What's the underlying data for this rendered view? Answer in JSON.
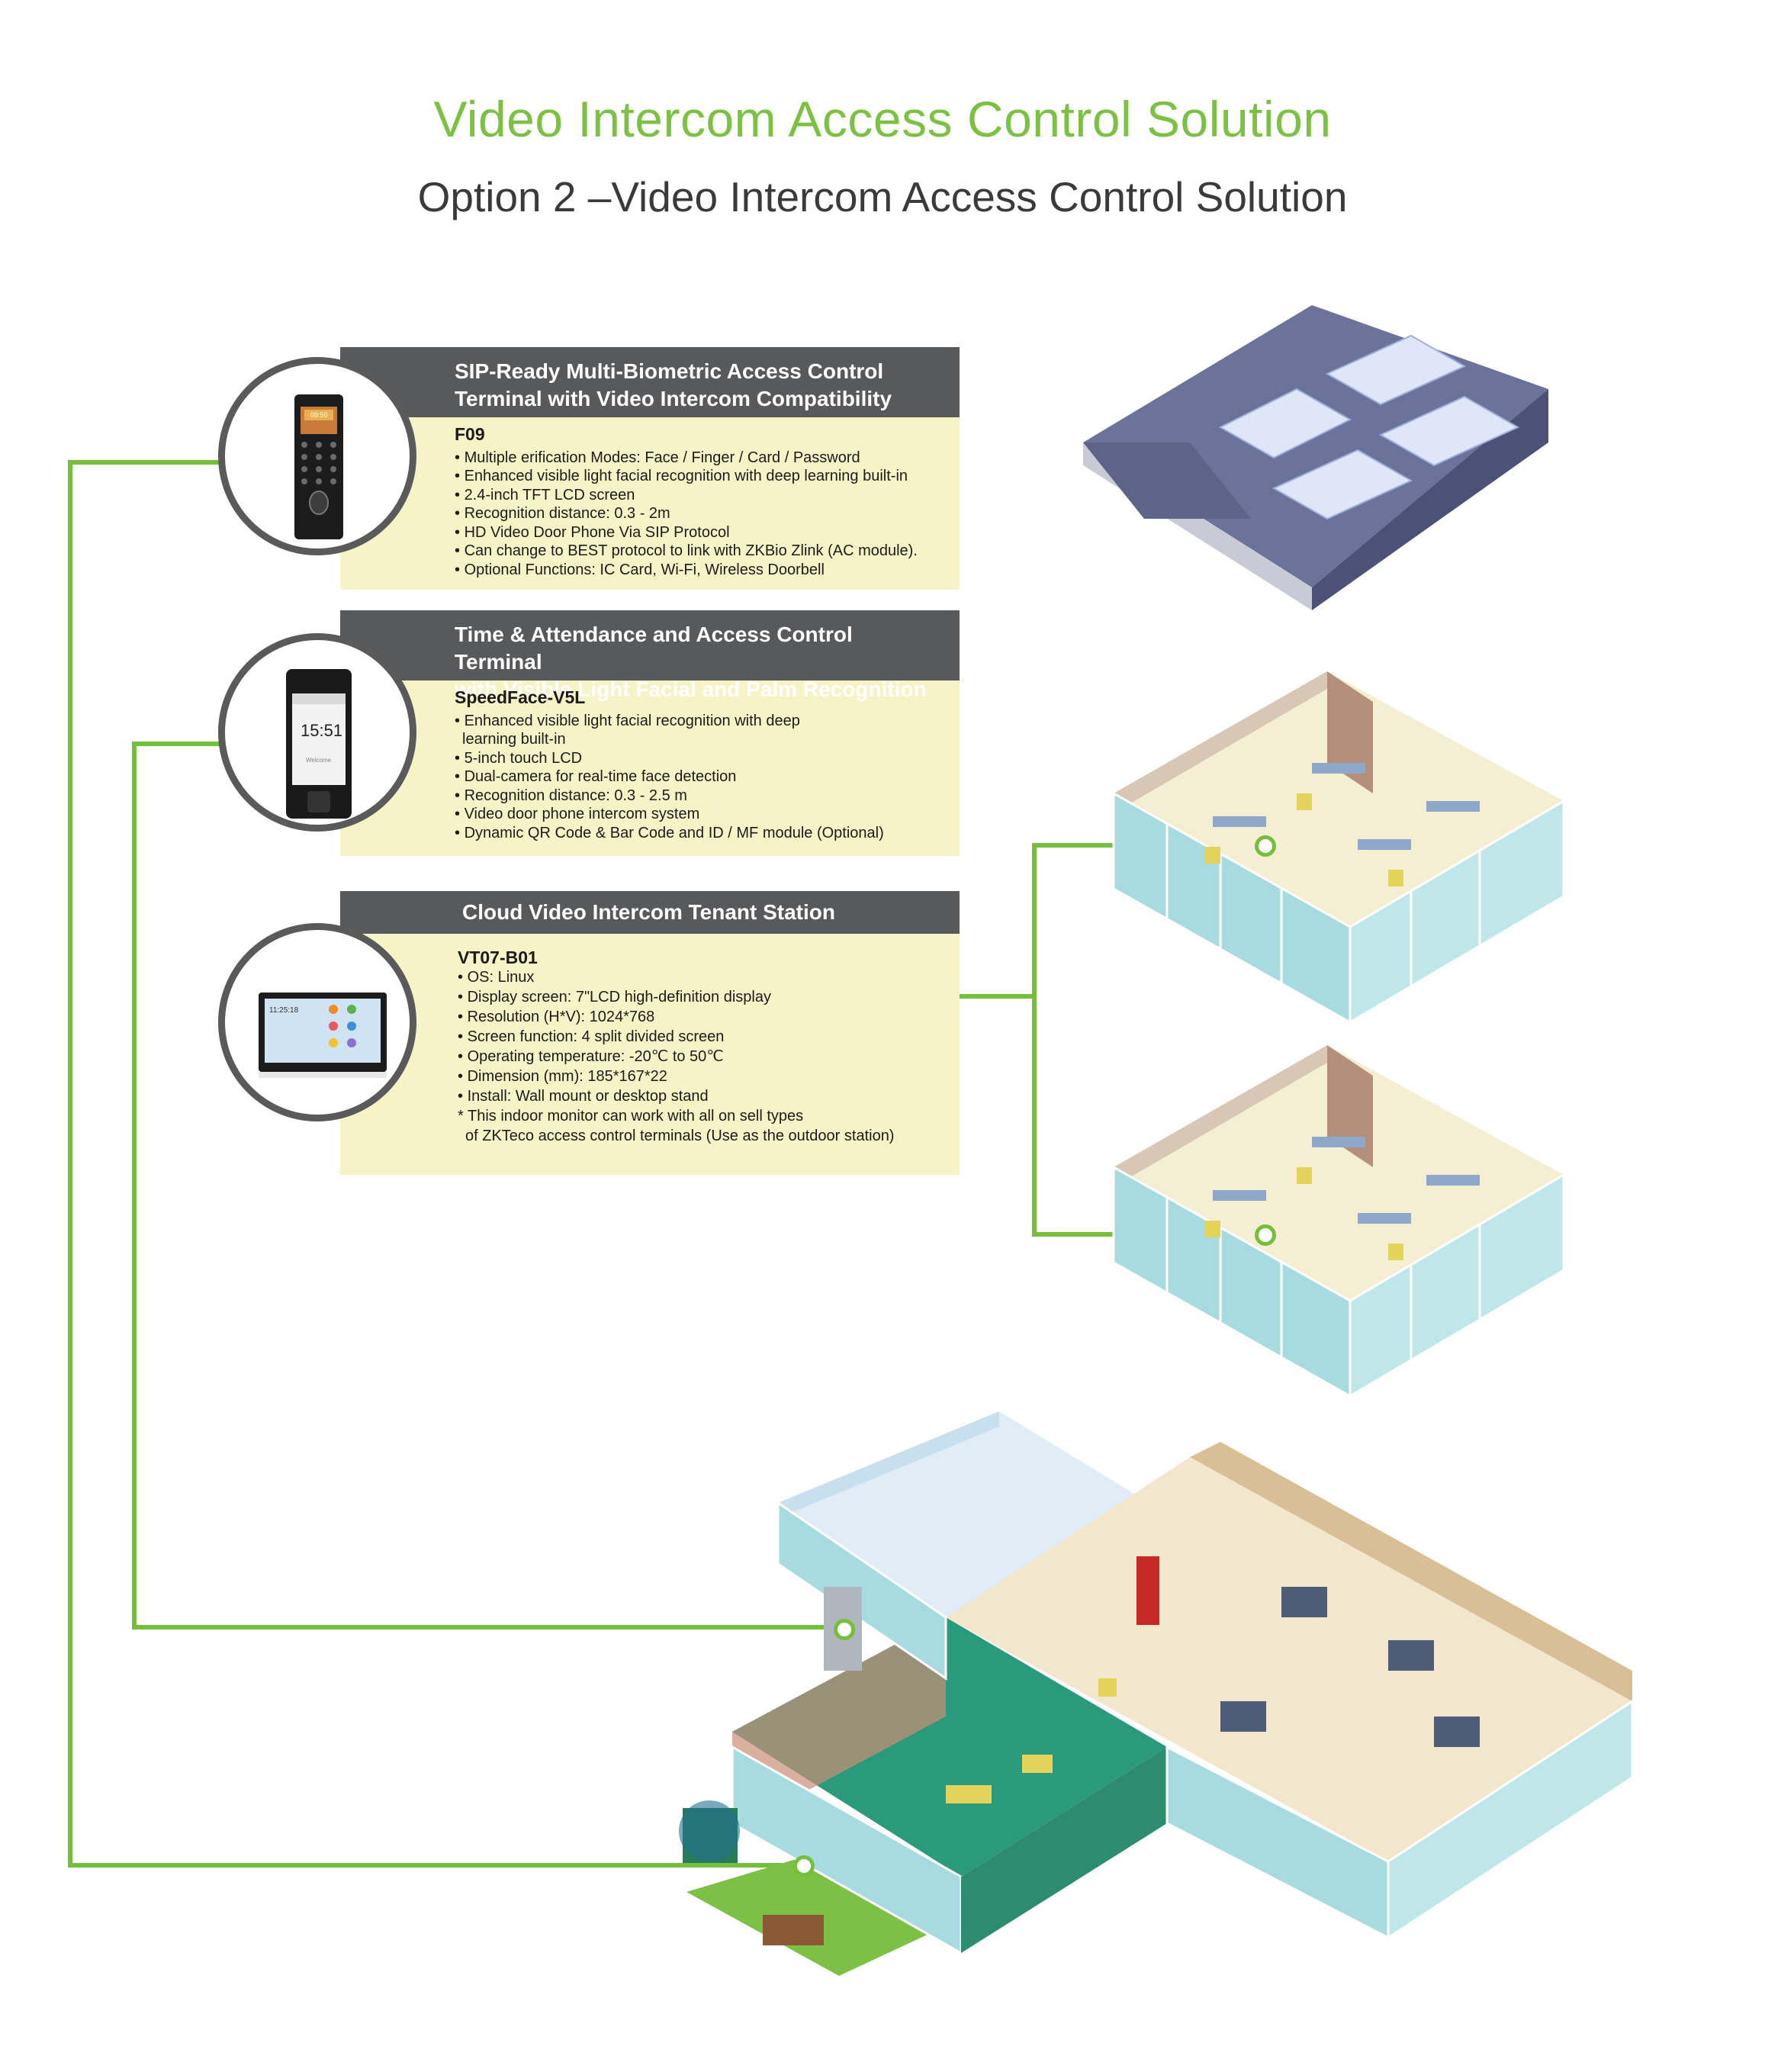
{
  "header": {
    "title": "Video Intercom Access Control Solution",
    "subtitle": "Option 2 –Video Intercom Access Control Solution"
  },
  "colors": {
    "accent_green": "#7dc144",
    "line_green": "#76bf3c",
    "card_header": "#58595b",
    "card_body": "#f6f4c6"
  },
  "devices": [
    {
      "heading_line1": "SIP-Ready Multi-Biometric Access Control",
      "heading_line2": "Terminal with Video Intercom Compatibility",
      "model": "F09",
      "features": [
        "Multiple erification Modes: Face / Finger / Card / Password",
        "Enhanced visible light facial recognition with deep learning built-in",
        "2.4-inch TFT LCD screen",
        "Recognition distance: 0.3 - 2m",
        "HD Video Door Phone Via SIP Protocol",
        "Can change to BEST protocol to link with ZKBio Zlink (AC module).",
        "Optional Functions: IC Card, Wi-Fi, Wireless Doorbell"
      ],
      "icon": "f09-terminal-icon",
      "screen_time": "09:50"
    },
    {
      "heading_line1": "Time & Attendance and Access Control Terminal",
      "heading_line2": "with Visible Light Facial and Palm Recognition",
      "model": "SpeedFace-V5L",
      "features": [
        "Enhanced visible light facial recognition with deep",
        "learning built-in",
        "5-inch touch LCD",
        "Dual-camera for real-time face detection",
        "Recognition distance: 0.3 - 2.5 m",
        "Video door phone intercom system",
        "Dynamic QR Code & Bar Code and ID / MF module (Optional)"
      ],
      "icon": "speedface-terminal-icon",
      "screen_time": "15:51",
      "screen_text": "Welcome"
    },
    {
      "heading_line1": "Cloud Video Intercom Tenant Station",
      "model": "VT07-B01",
      "features": [
        "OS: Linux",
        "Display screen: 7\"LCD high-definition display",
        "Resolution (H*V): 1024*768",
        "Screen function: 4 split divided screen",
        "Operating temperature: -20℃  to 50℃",
        "Dimension (mm): 185*167*22",
        "Install: Wall mount or desktop stand"
      ],
      "note_line1": "* This indoor monitor can work with all on sell types",
      "note_line2": "of ZKTeco access control terminals (Use as the outdoor station)",
      "icon": "indoor-monitor-icon",
      "screen_time": "11:25:18"
    }
  ],
  "scene": {
    "roof": "solar-roof-icon",
    "floors": [
      "office-floor-upper-icon",
      "office-floor-middle-icon"
    ],
    "ground": "ground-floor-building-icon"
  }
}
